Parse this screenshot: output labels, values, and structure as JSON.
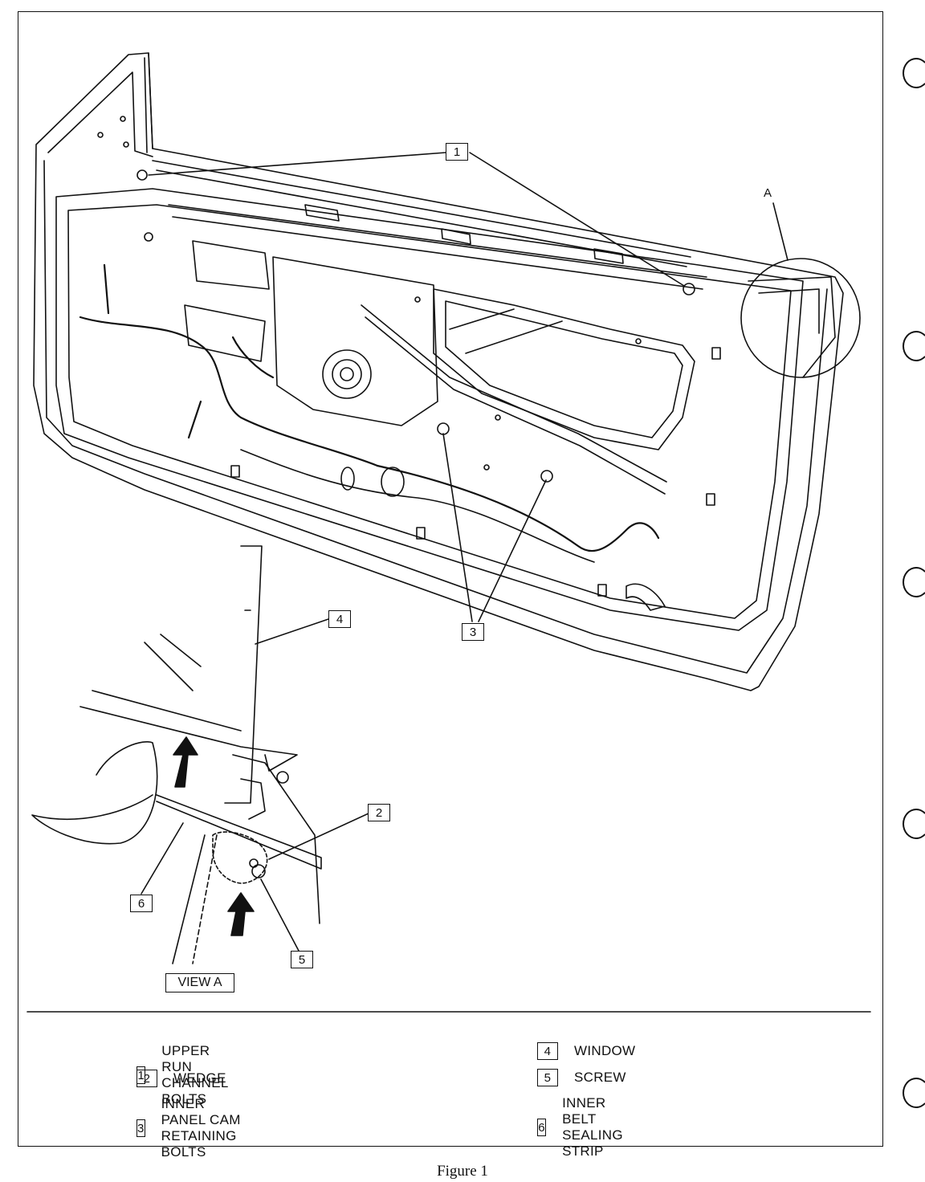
{
  "figure_caption": "Figure 1",
  "view_label": "VIEW A",
  "detail_circle_label": "A",
  "callouts": [
    {
      "num": "1"
    },
    {
      "num": "2"
    },
    {
      "num": "3"
    },
    {
      "num": "4"
    },
    {
      "num": "5"
    },
    {
      "num": "6"
    }
  ],
  "legend": [
    {
      "num": "1",
      "label": "UPPER RUN CHANNEL BOLTS"
    },
    {
      "num": "2",
      "label": "WEDGE"
    },
    {
      "num": "3",
      "label": "INNER PANEL CAM RETAINING BOLTS"
    },
    {
      "num": "4",
      "label": "WINDOW"
    },
    {
      "num": "5",
      "label": "SCREW"
    },
    {
      "num": "6",
      "label": "INNER BELT SEALING STRIP"
    }
  ]
}
